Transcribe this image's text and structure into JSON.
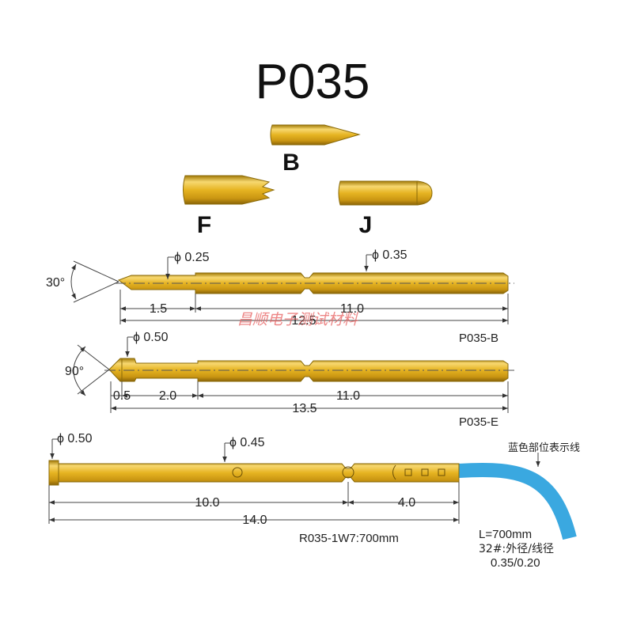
{
  "title": "P035",
  "tips": {
    "b": "B",
    "f": "F",
    "j": "J"
  },
  "probe_b": {
    "angle": "30°",
    "tip_dia": "ϕ 0.25",
    "body_dia": "ϕ 0.35",
    "len_tip": "1.5",
    "len_body": "11.0",
    "len_total": "12.5",
    "model": "P035-B"
  },
  "probe_e": {
    "angle": "90°",
    "head_dia": "ϕ 0.50",
    "len_head": "0.5",
    "len_tip": "2.0",
    "len_body": "11.0",
    "len_total": "13.5",
    "model": "P035-E"
  },
  "receptacle": {
    "head_dia": "ϕ 0.50",
    "body_dia": "ϕ 0.45",
    "len_a": "10.0",
    "len_b": "4.0",
    "len_total": "14.0",
    "model": "R035-1W7:700mm"
  },
  "wire": {
    "note": "蓝色部位表示线",
    "length": "L=700mm",
    "gauge": "32#:外径/线径",
    "dims": "0.35/0.20",
    "color": "#3aa8e0"
  },
  "watermark": "昌顺电子测试材料",
  "colors": {
    "gold": "#e6b422",
    "gold_dark": "#b8860b"
  }
}
